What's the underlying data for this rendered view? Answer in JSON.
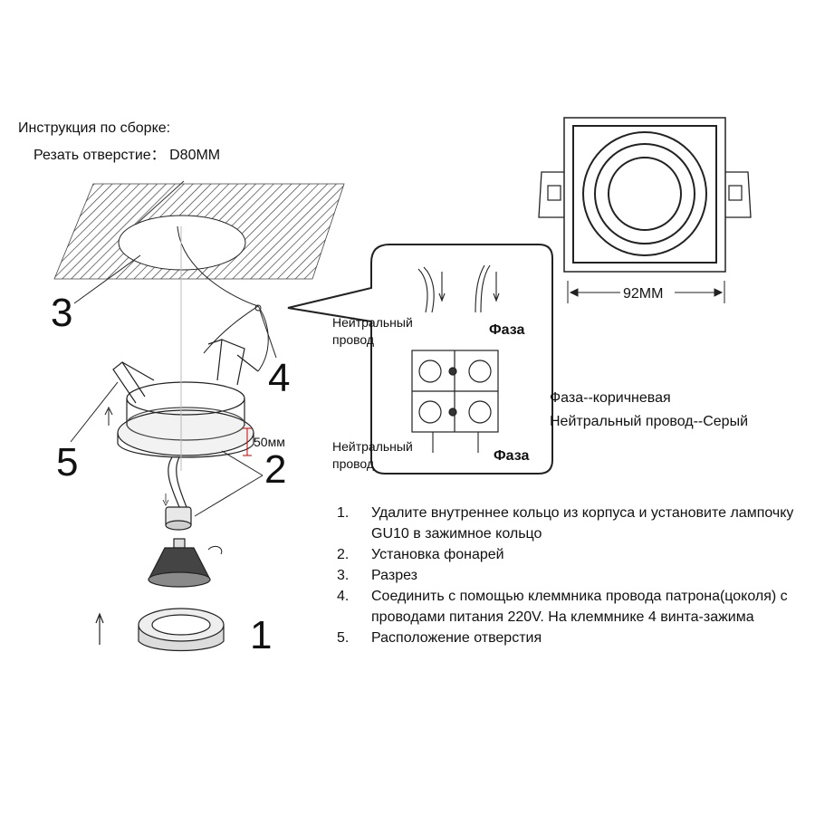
{
  "header": {
    "instruction_title": "Инструкция по сборке:",
    "cut_hole_label": "Резать отверстие：  D80MM"
  },
  "top_view": {
    "width_label": "92MM"
  },
  "callouts": {
    "n1": "1",
    "n2": "2",
    "n3": "3",
    "n4": "4",
    "n5": "5",
    "height_label": "50мм"
  },
  "wiring_box": {
    "neutral_top": "Нейтральный провод",
    "phase_top": "Фаза",
    "neutral_bottom": "Нейтральный провод",
    "phase_bottom": "Фаза"
  },
  "legend": {
    "phase_color": "Фаза--коричневая",
    "neutral_color": "Нейтральный  провод--Серый"
  },
  "steps": [
    {
      "num": "1.",
      "text": "Удалите внутреннее кольцо из корпуса и установите лампочку GU10 в зажимное кольцо"
    },
    {
      "num": "2.",
      "text": "Установка фонарей"
    },
    {
      "num": "3.",
      "text": "Разрез"
    },
    {
      "num": "4.",
      "text": "Соединить с помощью клеммника провода патрона(цоколя) с проводами питания 220V. На клеммнике 4 винта-зажима"
    },
    {
      "num": "5.",
      "text": "Расположение отверстия"
    }
  ]
}
